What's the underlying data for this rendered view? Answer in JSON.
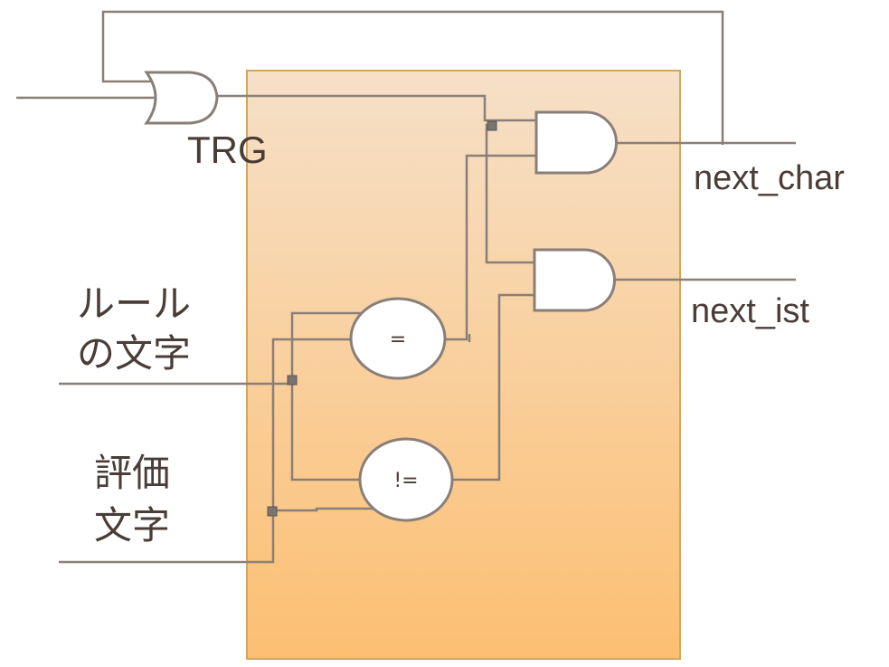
{
  "labels": {
    "trg": "TRG",
    "next_char": "next_char",
    "next_ist": "next_ist",
    "rule_char_line1": "ルール",
    "rule_char_line2": "の文字",
    "eval_char_line1": "評価",
    "eval_char_line2": "文字"
  },
  "operators": {
    "equal": "=",
    "not_equal": "!="
  },
  "colors": {
    "block_top": "#f6e0c8",
    "block_bottom": "#fcbf72",
    "block_border": "#d2a65c",
    "wire": "#8a7f78",
    "text": "#4a3c36"
  }
}
